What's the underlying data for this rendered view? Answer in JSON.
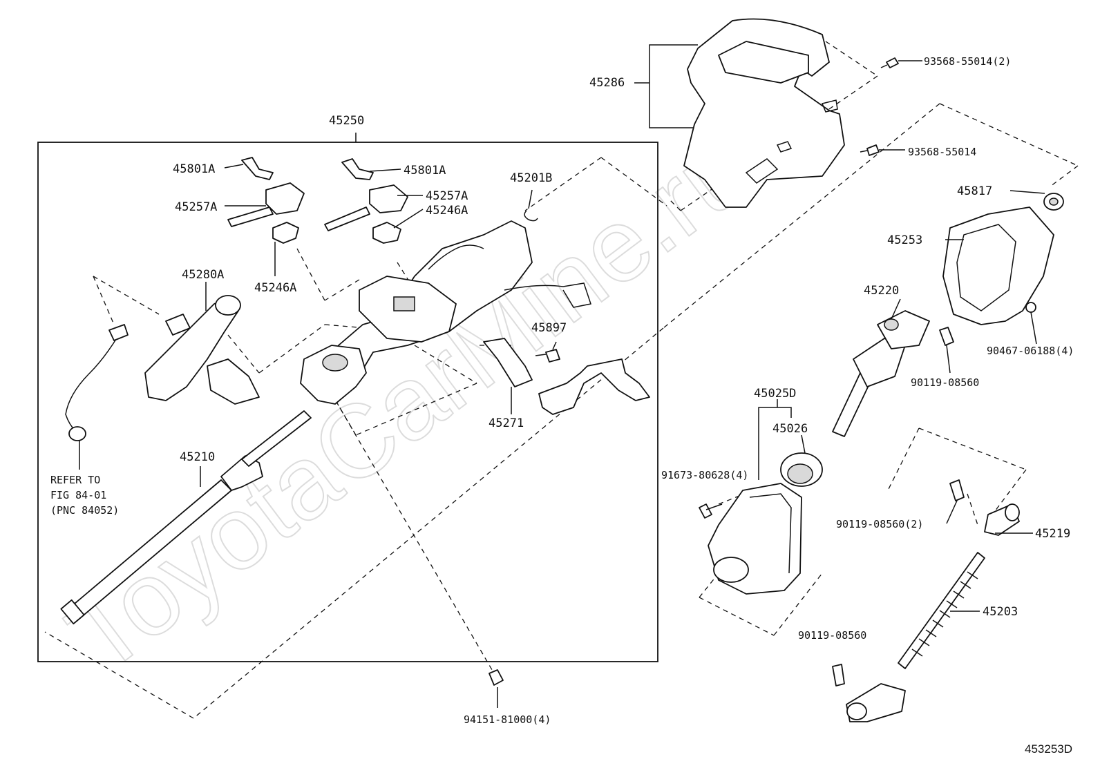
{
  "watermark": "ToyotaCarMine.ru",
  "figure_code": "453253D",
  "labels": {
    "p45250": "45250",
    "p45286": "45286",
    "p93568_55014_2": "93568-55014(2)",
    "p93568_55014": "93568-55014",
    "p45817": "45817",
    "p45253": "45253",
    "p90467_06188_4": "90467-06188(4)",
    "p45220": "45220",
    "p90119_08560_a": "90119-08560",
    "p45025D": "45025D",
    "p45026": "45026",
    "p91673_80628_4": "91673-80628(4)",
    "p90119_08560_2": "90119-08560(2)",
    "p45219": "45219",
    "p45203": "45203",
    "p90119_08560_b": "90119-08560",
    "p94151_81000_4": "94151-81000(4)",
    "p45801A_l": "45801A",
    "p45801A_r": "45801A",
    "p45257A_l": "45257A",
    "p45257A_r": "45257A",
    "p45246A_r": "45246A",
    "p45246A_l": "45246A",
    "p45201B": "45201B",
    "p45280A": "45280A",
    "p45897": "45897",
    "p45271": "45271",
    "p45210": "45210"
  },
  "reference_note": {
    "line1": "REFER TO",
    "line2": "FIG 84-01",
    "line3": "(PNC 84052)"
  }
}
